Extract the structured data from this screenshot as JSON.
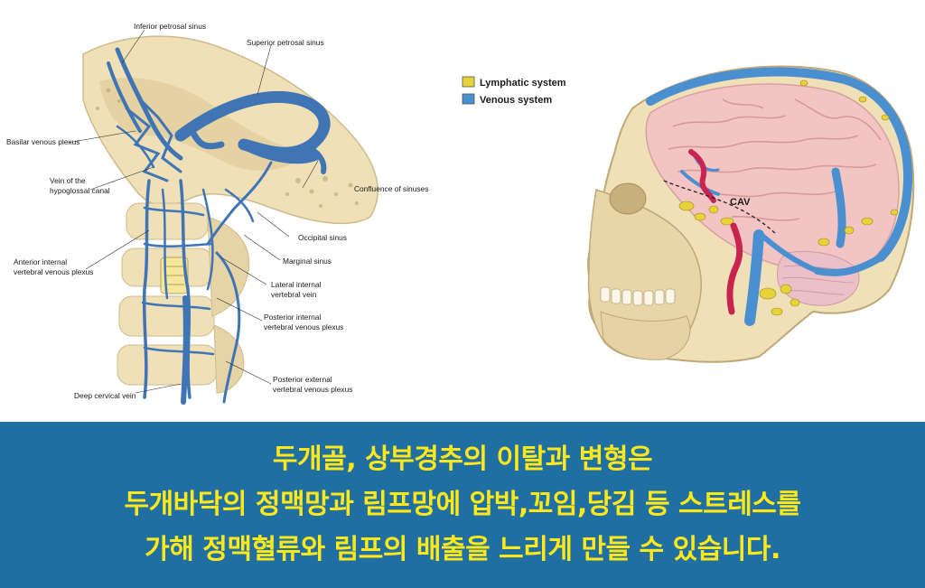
{
  "left_diagram": {
    "labels": [
      {
        "id": "inferior-petrosal",
        "text": "Inferior petrosal sinus"
      },
      {
        "id": "superior-petrosal",
        "text": "Superior petrosal sinus"
      },
      {
        "id": "basilar",
        "text": "Basilar venous plexus"
      },
      {
        "id": "hypoglossal-1",
        "text": "Vein of the"
      },
      {
        "id": "hypoglossal-2",
        "text": "hypoglossal canal"
      },
      {
        "id": "confluence",
        "text": "Confluence of sinuses"
      },
      {
        "id": "occipital",
        "text": "Occipital sinus"
      },
      {
        "id": "marginal",
        "text": "Marginal sinus"
      },
      {
        "id": "anterior-1",
        "text": "Anterior internal"
      },
      {
        "id": "anterior-2",
        "text": "vertebral venous plexus"
      },
      {
        "id": "lateral-1",
        "text": "Lateral internal"
      },
      {
        "id": "lateral-2",
        "text": "vertebral vein"
      },
      {
        "id": "posterior-int-1",
        "text": "Posterior internal"
      },
      {
        "id": "posterior-int-2",
        "text": "vertebral venous plexus"
      },
      {
        "id": "posterior-ext-1",
        "text": "Posterior external"
      },
      {
        "id": "posterior-ext-2",
        "text": "vertebral venous plexus"
      },
      {
        "id": "deep-cervical",
        "text": "Deep cervical vein"
      }
    ]
  },
  "right_diagram": {
    "legend": [
      {
        "text": "Lymphatic system",
        "color": "#e8d23a"
      },
      {
        "text": "Venous system",
        "color": "#4a8fd0"
      }
    ],
    "cav_label": "CAV"
  },
  "caption": {
    "line1": "두개골, 상부경추의 이탈과 변형은",
    "line2": "두개바닥의 정맥망과 림프망에 압박,꼬임,당김 등 스트레스를",
    "line3": "가해 정맥혈류와 림프의 배출을 느리게 만들 수 있습니다."
  },
  "colors": {
    "vein": "#3f74b5",
    "lymph": "#e8d23a",
    "artery": "#c8244f",
    "brain": "#f2c4c4",
    "bone": "#efe0b8",
    "caption_bg": "#1f6fa3",
    "caption_text": "#ffe81a"
  }
}
